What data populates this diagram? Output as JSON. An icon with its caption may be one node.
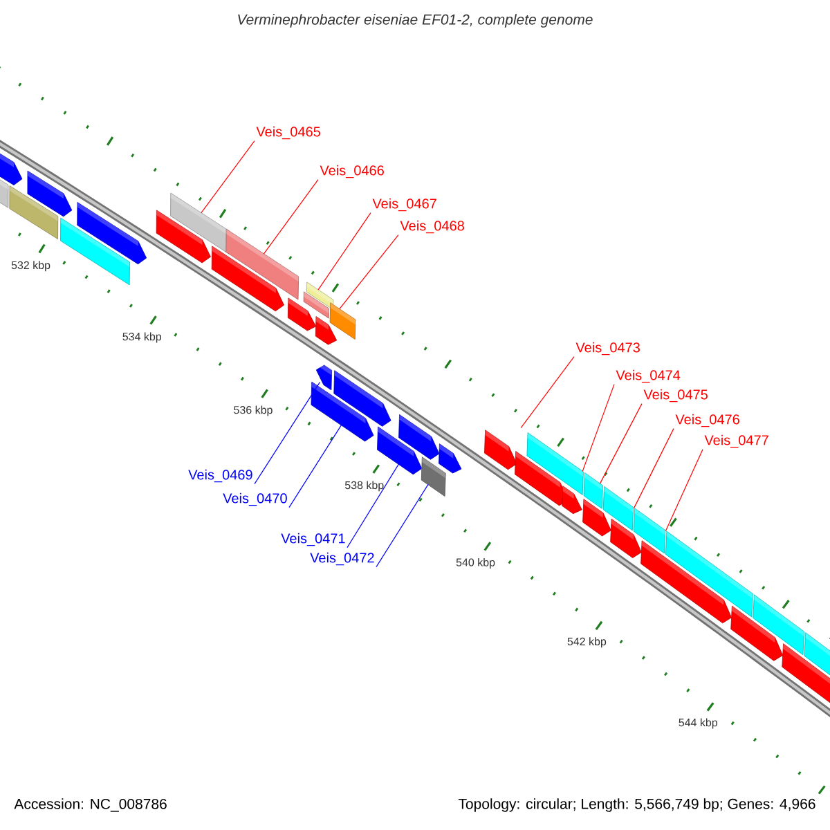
{
  "diagram": {
    "title": "Verminephrobacter eiseniae EF01-2, complete genome",
    "nodes": [
      {
        "text": [
          "Veis_0465"
        ]
      },
      {
        "text": [
          "Veis_0466"
        ]
      },
      {
        "text": [
          "Veis_0467"
        ]
      },
      {
        "text": [
          "Veis_0468"
        ]
      },
      {
        "text": [
          "Veis_0469"
        ]
      },
      {
        "text": [
          "Veis_0470"
        ]
      },
      {
        "text": [
          "Veis_0471"
        ]
      },
      {
        "text": [
          "Veis_0472"
        ]
      },
      {
        "text": [
          "Veis_0473"
        ]
      },
      {
        "text": [
          "Veis_0474"
        ]
      },
      {
        "text": [
          "Veis_0475"
        ]
      },
      {
        "text": [
          "Veis_0476"
        ]
      },
      {
        "text": [
          "Veis_0477"
        ]
      },
      {
        "text": [],
        "shape": "pentagon"
      },
      {
        "text": [],
        "shape": "box"
      },
      {
        "text": [],
        "shape": "box"
      },
      {
        "text": [],
        "shape": "pentagon"
      },
      {
        "text": [],
        "shape": "box"
      },
      {
        "text": [],
        "shape": "pentagon"
      },
      {
        "text": [],
        "shape": "pentagon"
      },
      {
        "text": [],
        "shape": "box"
      },
      {
        "text": [],
        "shape": "pentagon"
      },
      {
        "text": [],
        "shape": "box"
      },
      {
        "text": [],
        "shape": "pentagon"
      },
      {
        "text": [],
        "shape": "box"
      },
      {
        "text": [],
        "shape": "box"
      },
      {
        "text": [],
        "shape": "pentagon"
      },
      {
        "text": [],
        "shape": "pentagon"
      },
      {
        "text": [],
        "shape": "pentagon"
      },
      {
        "text": [],
        "shape": "box"
      },
      {
        "text": [],
        "shape": "pentagon"
      },
      {
        "text": [],
        "shape": "pentagon"
      },
      {
        "text": [],
        "shape": "pentagon"
      },
      {
        "text": [],
        "shape": "box"
      },
      {
        "text": [],
        "shape": "pentagon"
      },
      {
        "text": [],
        "shape": "pentagon"
      },
      {
        "text": [],
        "shape": "pentagon"
      },
      {
        "text": [],
        "shape": "box"
      },
      {
        "text": [],
        "shape": "pentagon"
      },
      {
        "text": [],
        "shape": "box"
      },
      {
        "text": [],
        "shape": "pentagon"
      },
      {
        "text": [],
        "shape": "box"
      },
      {
        "text": [],
        "shape": "pentagon"
      },
      {
        "text": [],
        "shape": "box"
      },
      {
        "text": [],
        "shape": "pentagon"
      },
      {
        "text": [],
        "shape": "box"
      },
      {
        "text": [],
        "shape": "pentagon"
      },
      {
        "text": [],
        "shape": "box"
      },
      {
        "text": [],
        "shape": "pentagon"
      },
      {
        "text": [],
        "shape": "box"
      }
    ],
    "edges": [
      {
        "from": 0,
        "to": 20,
        "arrow": "none"
      },
      {
        "from": 1,
        "to": 22,
        "arrow": "none"
      },
      {
        "from": 2,
        "to": 25,
        "arrow": "none"
      },
      {
        "from": 3,
        "to": 29,
        "arrow": "none"
      },
      {
        "from": 4,
        "to": 28,
        "arrow": "none",
        "color": "#0000ff"
      },
      {
        "from": 5,
        "to": 26,
        "arrow": "none",
        "color": "#0000ff"
      },
      {
        "from": 6,
        "to": 31,
        "arrow": "none",
        "color": "#0000ff"
      },
      {
        "from": 7,
        "to": 33,
        "arrow": "none",
        "color": "#0000ff"
      },
      {
        "from": 8,
        "to": 37,
        "arrow": "none"
      },
      {
        "from": 9,
        "to": 39,
        "arrow": "none"
      },
      {
        "from": 10,
        "to": 41,
        "arrow": "none"
      },
      {
        "from": 11,
        "to": 43,
        "arrow": "none"
      },
      {
        "from": 12,
        "to": 45,
        "arrow": "none"
      }
    ],
    "labels": [
      "532 kbp",
      "534 kbp",
      "536 kbp",
      "538 kbp",
      "540 kbp",
      "542 kbp",
      "544 kbp",
      "Accession: NC_008786",
      "Topology: circular; Length: 5,566,749 bp; Genes: 4,966"
    ]
  }
}
